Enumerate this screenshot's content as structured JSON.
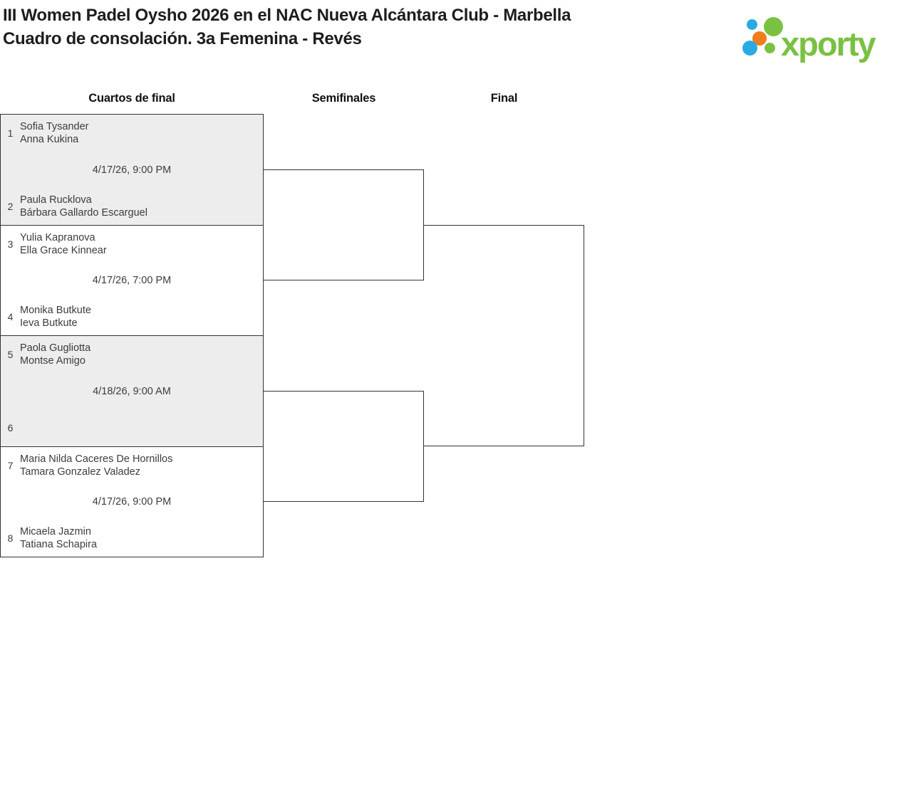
{
  "header": {
    "title": "III Women Padel Oysho 2026 en el NAC Nueva Alcántara Club - Marbella",
    "subtitle": "Cuadro de consolación. 3a Femenina - Revés"
  },
  "logo": {
    "text": "xporty"
  },
  "colors": {
    "brand_green": "#7ac143",
    "brand_blue": "#29abe2",
    "brand_orange": "#ef7d1a",
    "box_fill_alt": "#ededed",
    "border": "#333333",
    "text_primary": "#1d1d1d",
    "text_secondary": "#3c3c3c"
  },
  "bracket": {
    "rounds": [
      "Cuartos de final",
      "Semifinales",
      "Final"
    ],
    "matches": [
      {
        "seed1": "1",
        "team1": [
          "Sofia Tysander",
          "Anna Kukina"
        ],
        "date": "4/17/26, 9:00 PM",
        "seed2": "2",
        "team2": [
          "Paula Rucklova",
          "Bárbara Gallardo Escarguel"
        ]
      },
      {
        "seed1": "3",
        "team1": [
          "Yulia Kapranova",
          "Ella Grace Kinnear"
        ],
        "date": "4/17/26, 7:00 PM",
        "seed2": "4",
        "team2": [
          "Monika Butkute",
          "Ieva Butkute"
        ]
      },
      {
        "seed1": "5",
        "team1": [
          "Paola Gugliotta",
          "Montse Amigo"
        ],
        "date": "4/18/26, 9:00 AM",
        "seed2": "6",
        "team2": [
          "",
          ""
        ]
      },
      {
        "seed1": "7",
        "team1": [
          "Maria Nilda Caceres De Hornillos",
          "Tamara Gonzalez Valadez"
        ],
        "date": "4/17/26, 9:00 PM",
        "seed2": "8",
        "team2": [
          "Micaela Jazmin",
          "Tatiana Schapira"
        ]
      }
    ]
  }
}
